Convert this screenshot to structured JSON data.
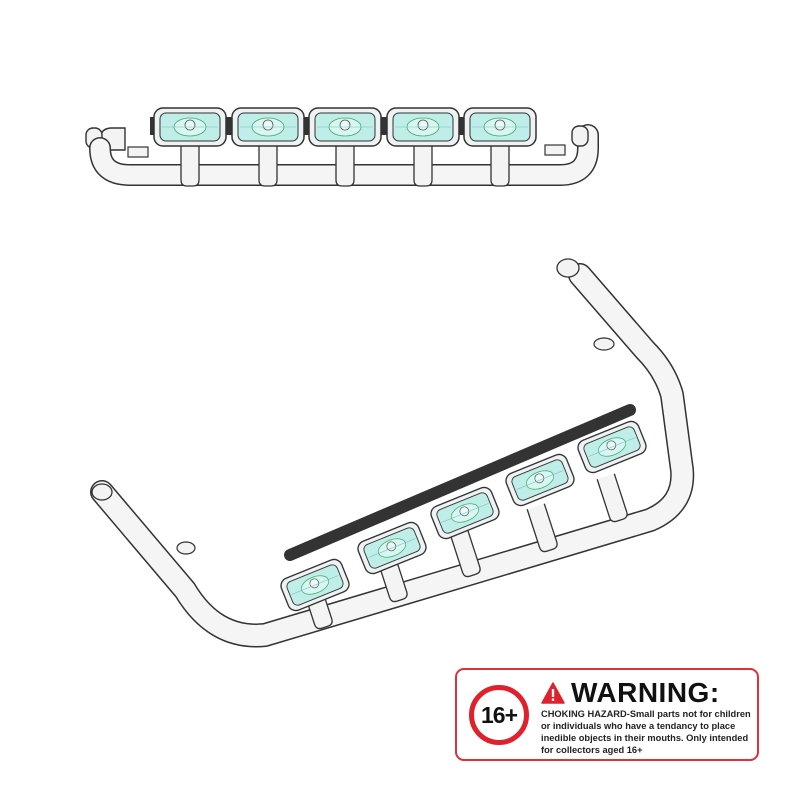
{
  "warning": {
    "age_badge": "16+",
    "title": "WARNING:",
    "text": "CHOKING HAZARD-Small parts not for children or individuals who have a tendancy to place inedible objects in their mouths. Only intended for collectors aged 16+",
    "accent_color": "#e0202a"
  },
  "product": {
    "views": [
      "front-view",
      "perspective-view"
    ],
    "lamp_count": 5,
    "lens_color": "#bfeee8"
  }
}
